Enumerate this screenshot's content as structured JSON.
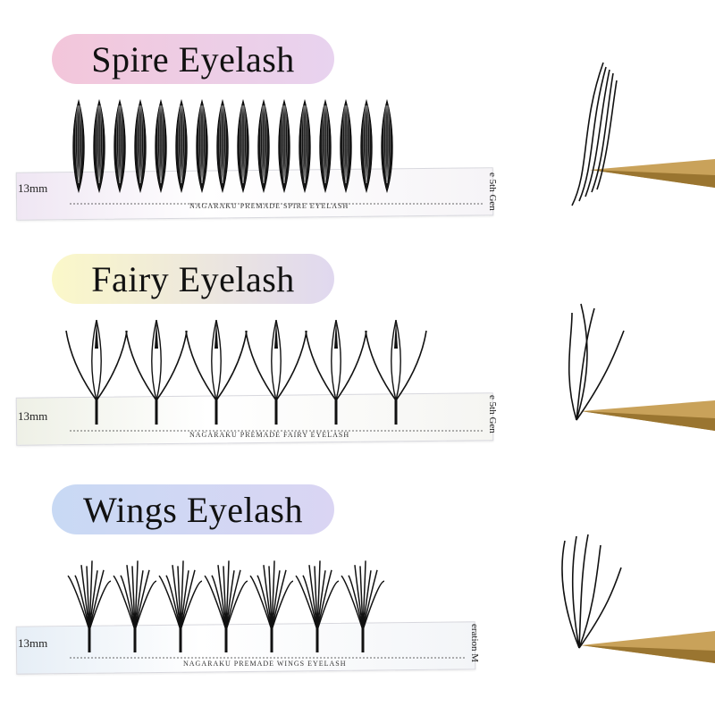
{
  "panels": [
    {
      "title": "Spire Eyelash",
      "length": "13mm",
      "strip_label": "NAGARAKU PREMADE SPIRE EYELASH",
      "edge_text": "e 5th Gen",
      "pill_gradient": [
        "#f3c6da",
        "#e8d3ef"
      ],
      "strip_color": "#efe6f3"
    },
    {
      "title": "Fairy Eyelash",
      "length": "13mm",
      "strip_label": "NAGARAKU PREMADE FAIRY EYELASH",
      "edge_text": "e 5th Gen",
      "pill_gradient": [
        "#fbf8c9",
        "#e0d8ef"
      ],
      "strip_color": "#eef0e6"
    },
    {
      "title": "Wings Eyelash",
      "length": "13mm",
      "strip_label": "NAGARAKU PREMADE WINGS EYELASH",
      "edge_text": "eration M",
      "pill_gradient": [
        "#c8d9f4",
        "#dad5f3"
      ],
      "strip_color": "#e6eef6"
    }
  ]
}
